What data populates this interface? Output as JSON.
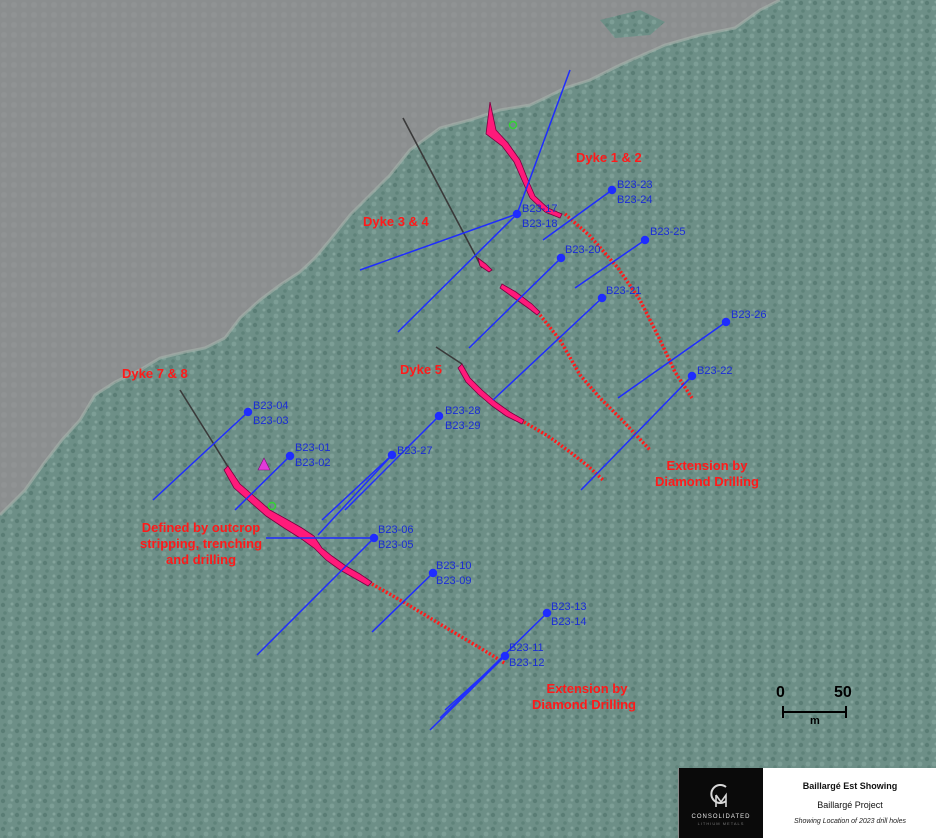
{
  "colors": {
    "water": "#8c8f90",
    "forest": "#6d8f87",
    "drill_trace": "#1f2cff",
    "hole_label": "#1a2cd6",
    "dyke": "#ff1a7a",
    "extension": "#ff1a1a",
    "annotation": "#ff1a1a"
  },
  "icons": [
    "drill-collar-icon",
    "triangle-marker-icon",
    "circle-marker-icon",
    "consolidated-logo-icon"
  ],
  "drill_holes": [
    {
      "labels": [
        "B23-17",
        "B23-18"
      ]
    },
    {
      "labels": [
        "B23-23",
        "B23-24"
      ]
    },
    {
      "labels": [
        "B23-25"
      ]
    },
    {
      "labels": [
        "B23-20"
      ]
    },
    {
      "labels": [
        "B23-21"
      ]
    },
    {
      "labels": [
        "B23-26"
      ]
    },
    {
      "labels": [
        "B23-22"
      ]
    },
    {
      "labels": [
        "B23-04",
        "B23-03"
      ]
    },
    {
      "labels": [
        "B23-01",
        "B23-02"
      ]
    },
    {
      "labels": [
        "B23-28",
        "B23-29"
      ]
    },
    {
      "labels": [
        "B23-27"
      ]
    },
    {
      "labels": [
        "B23-06",
        "B23-05"
      ]
    },
    {
      "labels": [
        "B23-10",
        "B23-09"
      ]
    },
    {
      "labels": [
        "B23-13",
        "B23-14"
      ]
    },
    {
      "labels": [
        "B23-11",
        "B23-12"
      ]
    }
  ],
  "annotations": {
    "dyke_1_2": "Dyke 1 & 2",
    "dyke_3_4": "Dyke 3 & 4",
    "dyke_5": "Dyke 5",
    "dyke_7_8": "Dyke 7 & 8",
    "defined_by": [
      "Defined by outcrop",
      "stripping, trenching",
      "and drilling"
    ],
    "extension_1": [
      "Extension by",
      "Diamond Drilling"
    ],
    "extension_2": [
      "Extension by",
      "Diamond Drilling"
    ]
  },
  "scale_bar": {
    "start": "0",
    "end": "50",
    "unit": "m"
  },
  "legend": {
    "title": "Baillargé Est Showing",
    "project": "Baillargé Project",
    "caption": "Showing Location of 2023 drill holes",
    "logo_text": "CONSOLIDATED",
    "logo_sub": "LITHIUM METALS"
  }
}
